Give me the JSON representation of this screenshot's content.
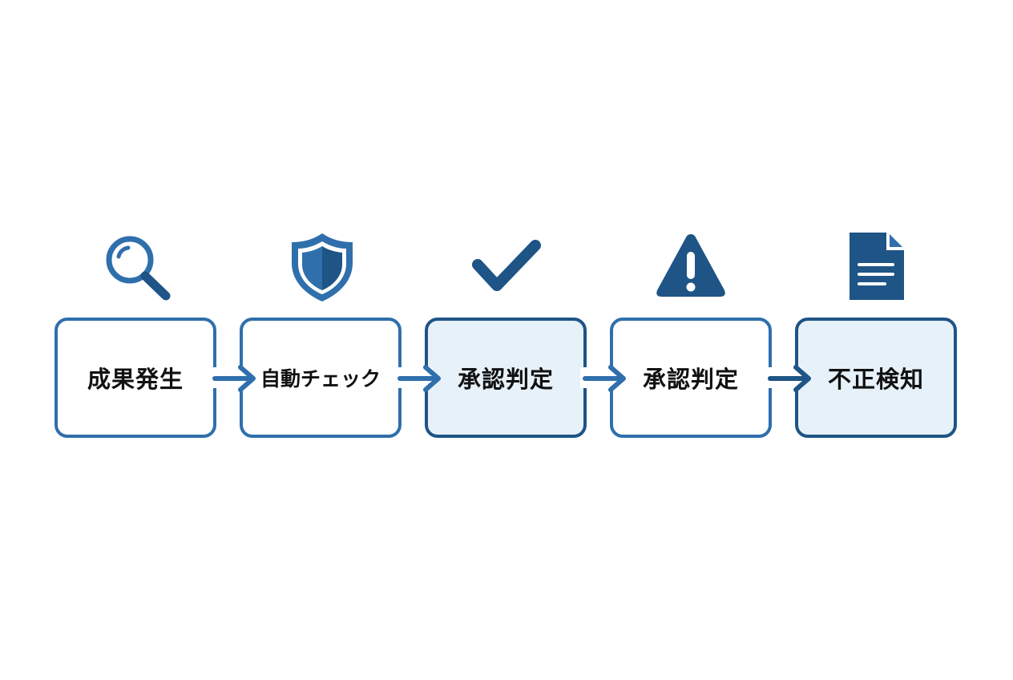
{
  "steps": [
    {
      "label": "成果発生",
      "icon": "magnifier-icon",
      "highlight": false
    },
    {
      "label": "自動チェック",
      "icon": "shield-icon",
      "highlight": false
    },
    {
      "label": "承認判定",
      "icon": "checkmark-icon",
      "highlight": true
    },
    {
      "label": "承認判定",
      "icon": "warning-icon",
      "highlight": false
    },
    {
      "label": "不正検知",
      "icon": "document-icon",
      "highlight": true
    }
  ],
  "colors": {
    "primary": "#2f6fac",
    "dark": "#1e5486",
    "highlight_fill": "#e7f1fa",
    "text": "#111111"
  }
}
